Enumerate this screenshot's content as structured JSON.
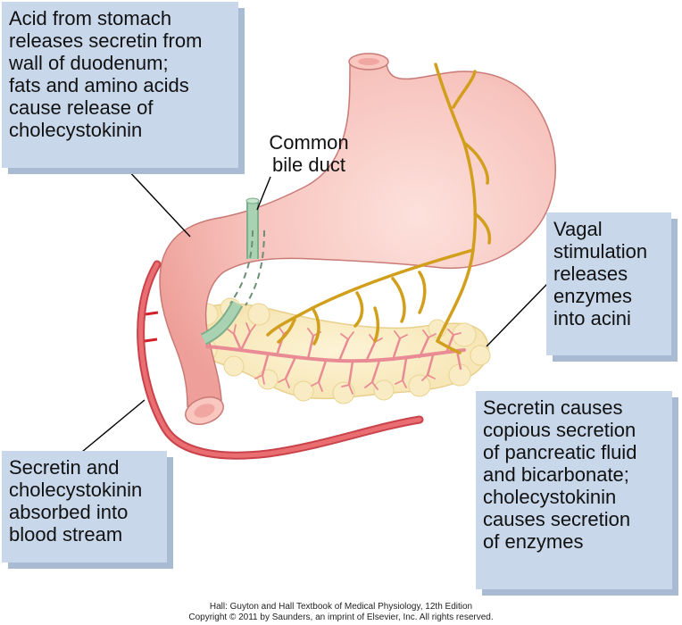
{
  "callouts": {
    "stomach_acid": [
      "Acid from stomach",
      "releases secretin from",
      "wall of duodenum;",
      "fats and amino acids",
      "cause release of",
      "cholecystokinin"
    ],
    "vagal": [
      "Vagal",
      "stimulation",
      "releases",
      "enzymes",
      "into acini"
    ],
    "secretin_effect": [
      "Secretin causes",
      "copious secretion",
      "of pancreatic fluid",
      "and bicarbonate;",
      "cholecystokinin",
      "causes secretion",
      "of enzymes"
    ],
    "absorbed": [
      "Secretin and",
      "cholecystokinin",
      "absorbed into",
      "blood stream"
    ]
  },
  "labels": {
    "bile_duct": [
      "Common",
      "bile duct"
    ]
  },
  "credit": {
    "line1": "Hall: Guyton and Hall Textbook of Medical Physiology, 12th Edition",
    "line2": "Copyright © 2011 by Saunders, an imprint of Elsevier, Inc. All rights reserved."
  },
  "colors": {
    "callout_bg": "#c9d7ea",
    "callout_shadow": "#a9bad3",
    "stomach": "#f2b1ac",
    "pancreas": "#f7e6b4",
    "vessel": "#e25d62",
    "nerve": "#d4a017",
    "bile_duct": "#9cc7a6"
  }
}
